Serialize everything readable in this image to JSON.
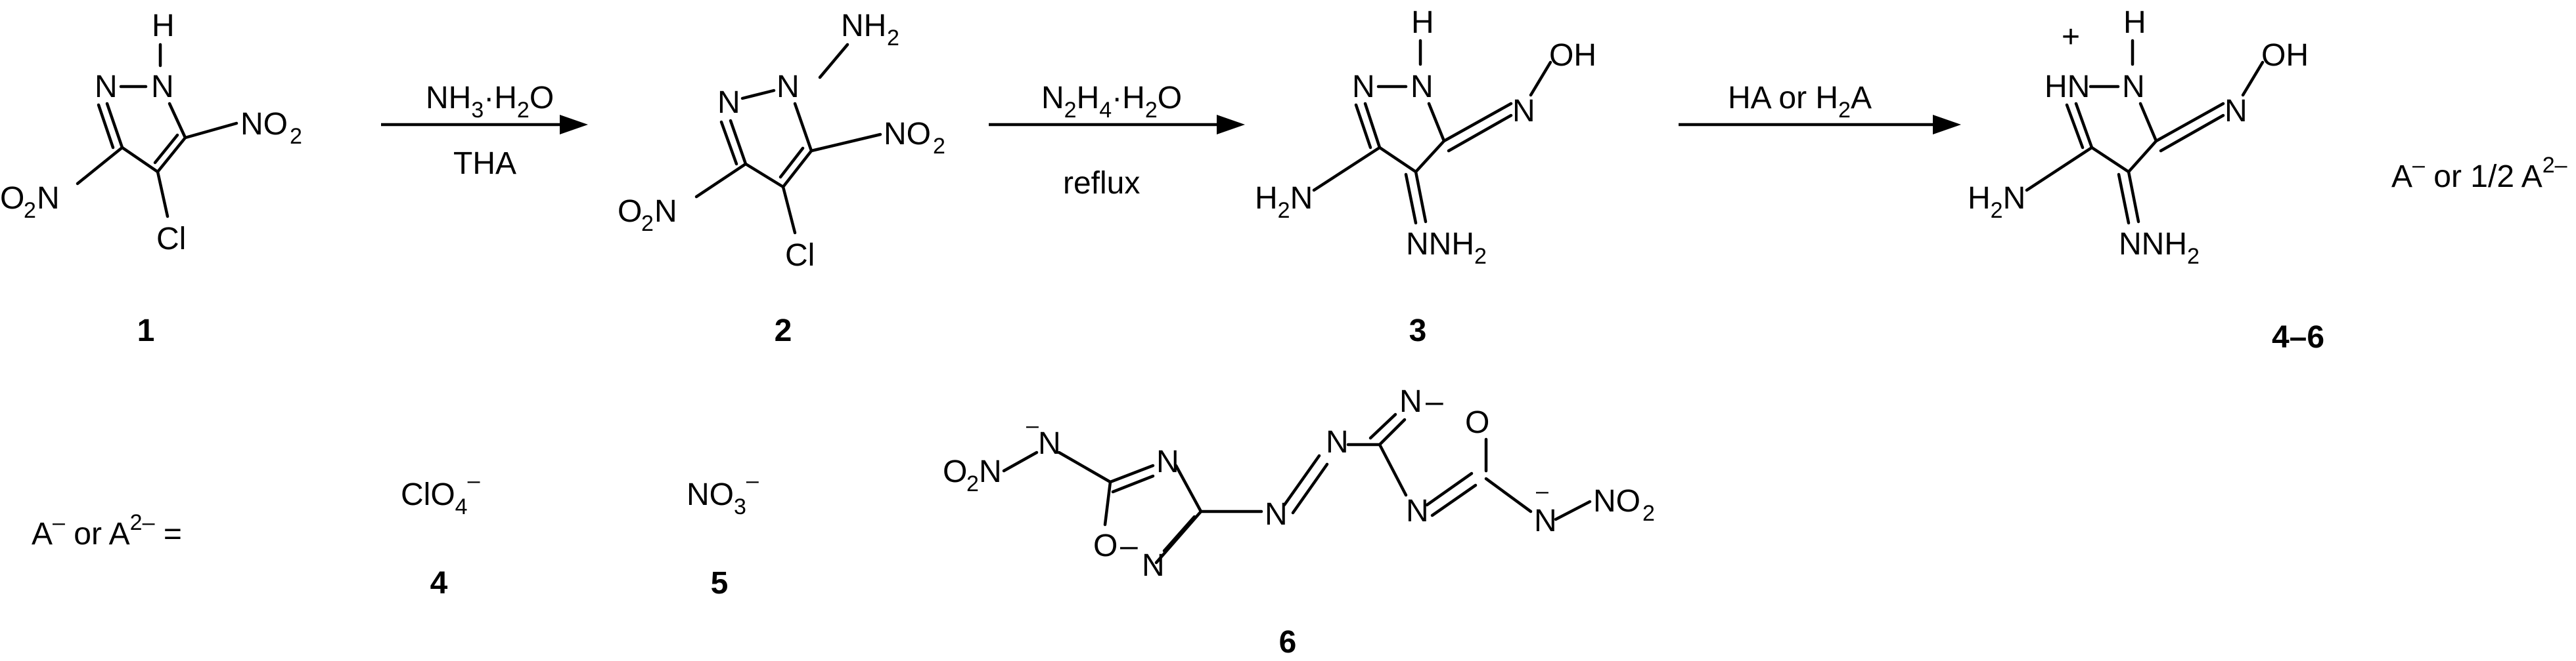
{
  "arrows": [
    {
      "top_prefix": "NH",
      "top_sub1": "3",
      "top_mid": "·H",
      "top_sub2": "2",
      "top_suffix": "O",
      "bottom": "THA"
    },
    {
      "top_prefix": "N",
      "top_sub1": "2",
      "top_mid": "H",
      "top_sub2": "4",
      "top_suffix": "·H",
      "top_sub3": "2",
      "top_end": "O",
      "bottom": "reflux"
    },
    {
      "top_prefix": "HA or H",
      "top_sub1": "2",
      "top_suffix": "A",
      "bottom": ""
    }
  ],
  "compound_numbers": {
    "c1": "1",
    "c2": "2",
    "c3": "3",
    "c46": "4–6",
    "c4": "4",
    "c5": "5",
    "c6": "6"
  },
  "atoms": {
    "N": "N",
    "H": "H",
    "O": "O",
    "Cl": "Cl",
    "HN": "HN",
    "NH": "NH",
    "NO": "NO",
    "O2N": "O",
    "two": "2",
    "plus": "+",
    "minus": "–",
    "dash": "–",
    "NNH": "NNH",
    "H2N": "H",
    "NH2": "NH",
    "ON": "N"
  },
  "counterion_note": {
    "prefix": "A",
    "minus": "–",
    "mid": " or 1/2 A",
    "sup": "2–"
  },
  "anion_definition": {
    "lhs_a": "A",
    "lhs_minus": "–",
    "lhs_or": " or A",
    "lhs_sup": "2–",
    "lhs_eq": " ="
  },
  "anions": {
    "perchlorate": {
      "base": "ClO",
      "sub": "4",
      "charge": "–"
    },
    "nitrate": {
      "base": "NO",
      "sub": "3",
      "charge": "–"
    }
  }
}
